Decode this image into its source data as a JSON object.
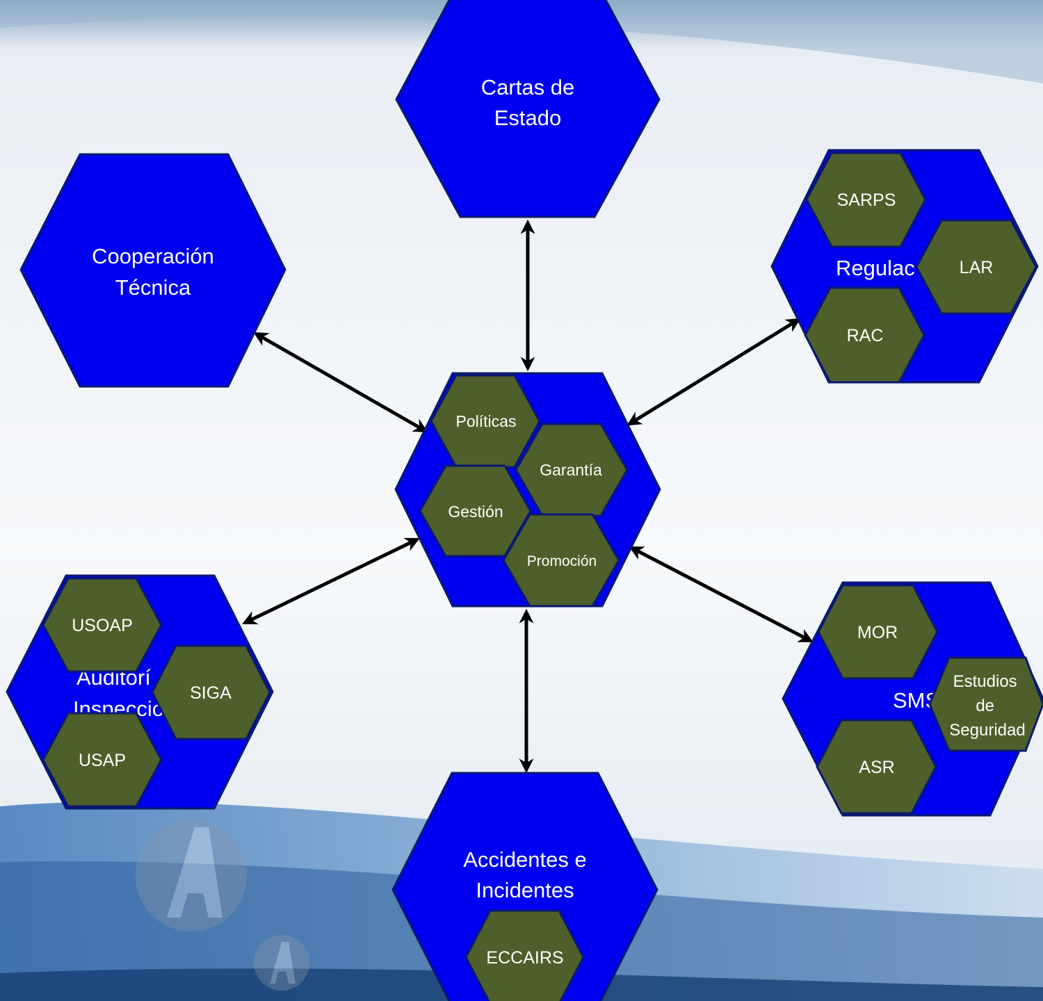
{
  "diagram": {
    "hub": {
      "subitems": [
        "Políticas",
        "Garantía",
        "Gestión",
        "Promoción"
      ]
    },
    "nodes": {
      "cartas": {
        "label_lines": [
          "Cartas de",
          "Estado"
        ],
        "subitems": []
      },
      "cooperacion": {
        "label_lines": [
          "Cooperación",
          "Técnica"
        ],
        "subitems": []
      },
      "regulacion": {
        "label_lines": [
          "Regulac"
        ],
        "subitems": [
          "SARPS",
          "LAR",
          "RAC"
        ]
      },
      "auditoria": {
        "label_lines": [
          "Auditorí",
          "Inspecció"
        ],
        "subitems": [
          "USOAP",
          "SIGA",
          "USAP"
        ]
      },
      "sms": {
        "label_lines": [
          "SMS"
        ],
        "subitems": [
          "MOR",
          "Estudios de Seguridad",
          "ASR"
        ]
      },
      "accidentes": {
        "label_lines": [
          "Accidentes e",
          "Incidentes"
        ],
        "subitems": [
          "ECCAIRS"
        ]
      }
    },
    "colors": {
      "main_hex": "#0000f0",
      "sub_hex": "#4e5f2b",
      "outline": "#0a1a6e",
      "arrow": "#000000"
    }
  }
}
